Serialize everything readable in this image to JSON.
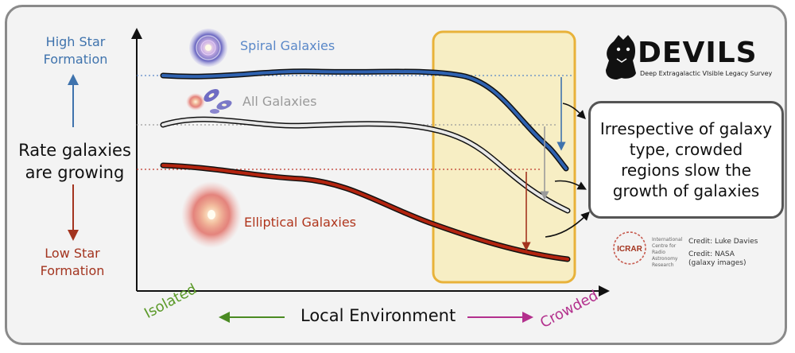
{
  "y_axis": {
    "top_label": "High Star\nFormation",
    "middle_label": "Rate galaxies\nare growing",
    "bottom_label": "Low Star\nFormation"
  },
  "x_axis": {
    "label": "Local Environment",
    "left_end": "Isolated",
    "right_end": "Crowded"
  },
  "curves": {
    "spiral_label": "Spiral Galaxies",
    "all_label": "All Galaxies",
    "elliptical_label": "Elliptical Galaxies"
  },
  "callout": "Irrespective of galaxy\ntype, crowded\nregions slow the\ngrowth of galaxies",
  "logo": {
    "name": "DEVILS",
    "subtitle": "Deep Extragalactic VIsible Legacy Survey"
  },
  "icrar": {
    "name": "ICRAR",
    "full_name": "International\nCentre for\nRadio\nAstronomy\nResearch"
  },
  "credits": {
    "line1": "Credit: Luke Davies",
    "line2": "Credit: NASA\n(galaxy images)"
  },
  "colors": {
    "spiral": "#2f62b0",
    "all": "#9a9a9a",
    "elliptical": "#b3240f",
    "highlight_fill": "#f7eec4",
    "highlight_border": "#e8b23a",
    "isolated": "#4a8a22",
    "crowded": "#b3308d"
  },
  "icons": {
    "spiral": "spiral-galaxy-image",
    "all": "mixed-galaxies-image",
    "elliptical": "elliptical-galaxy-image",
    "devils": "tasmanian-devil-logo",
    "icrar": "icrar-logo"
  }
}
